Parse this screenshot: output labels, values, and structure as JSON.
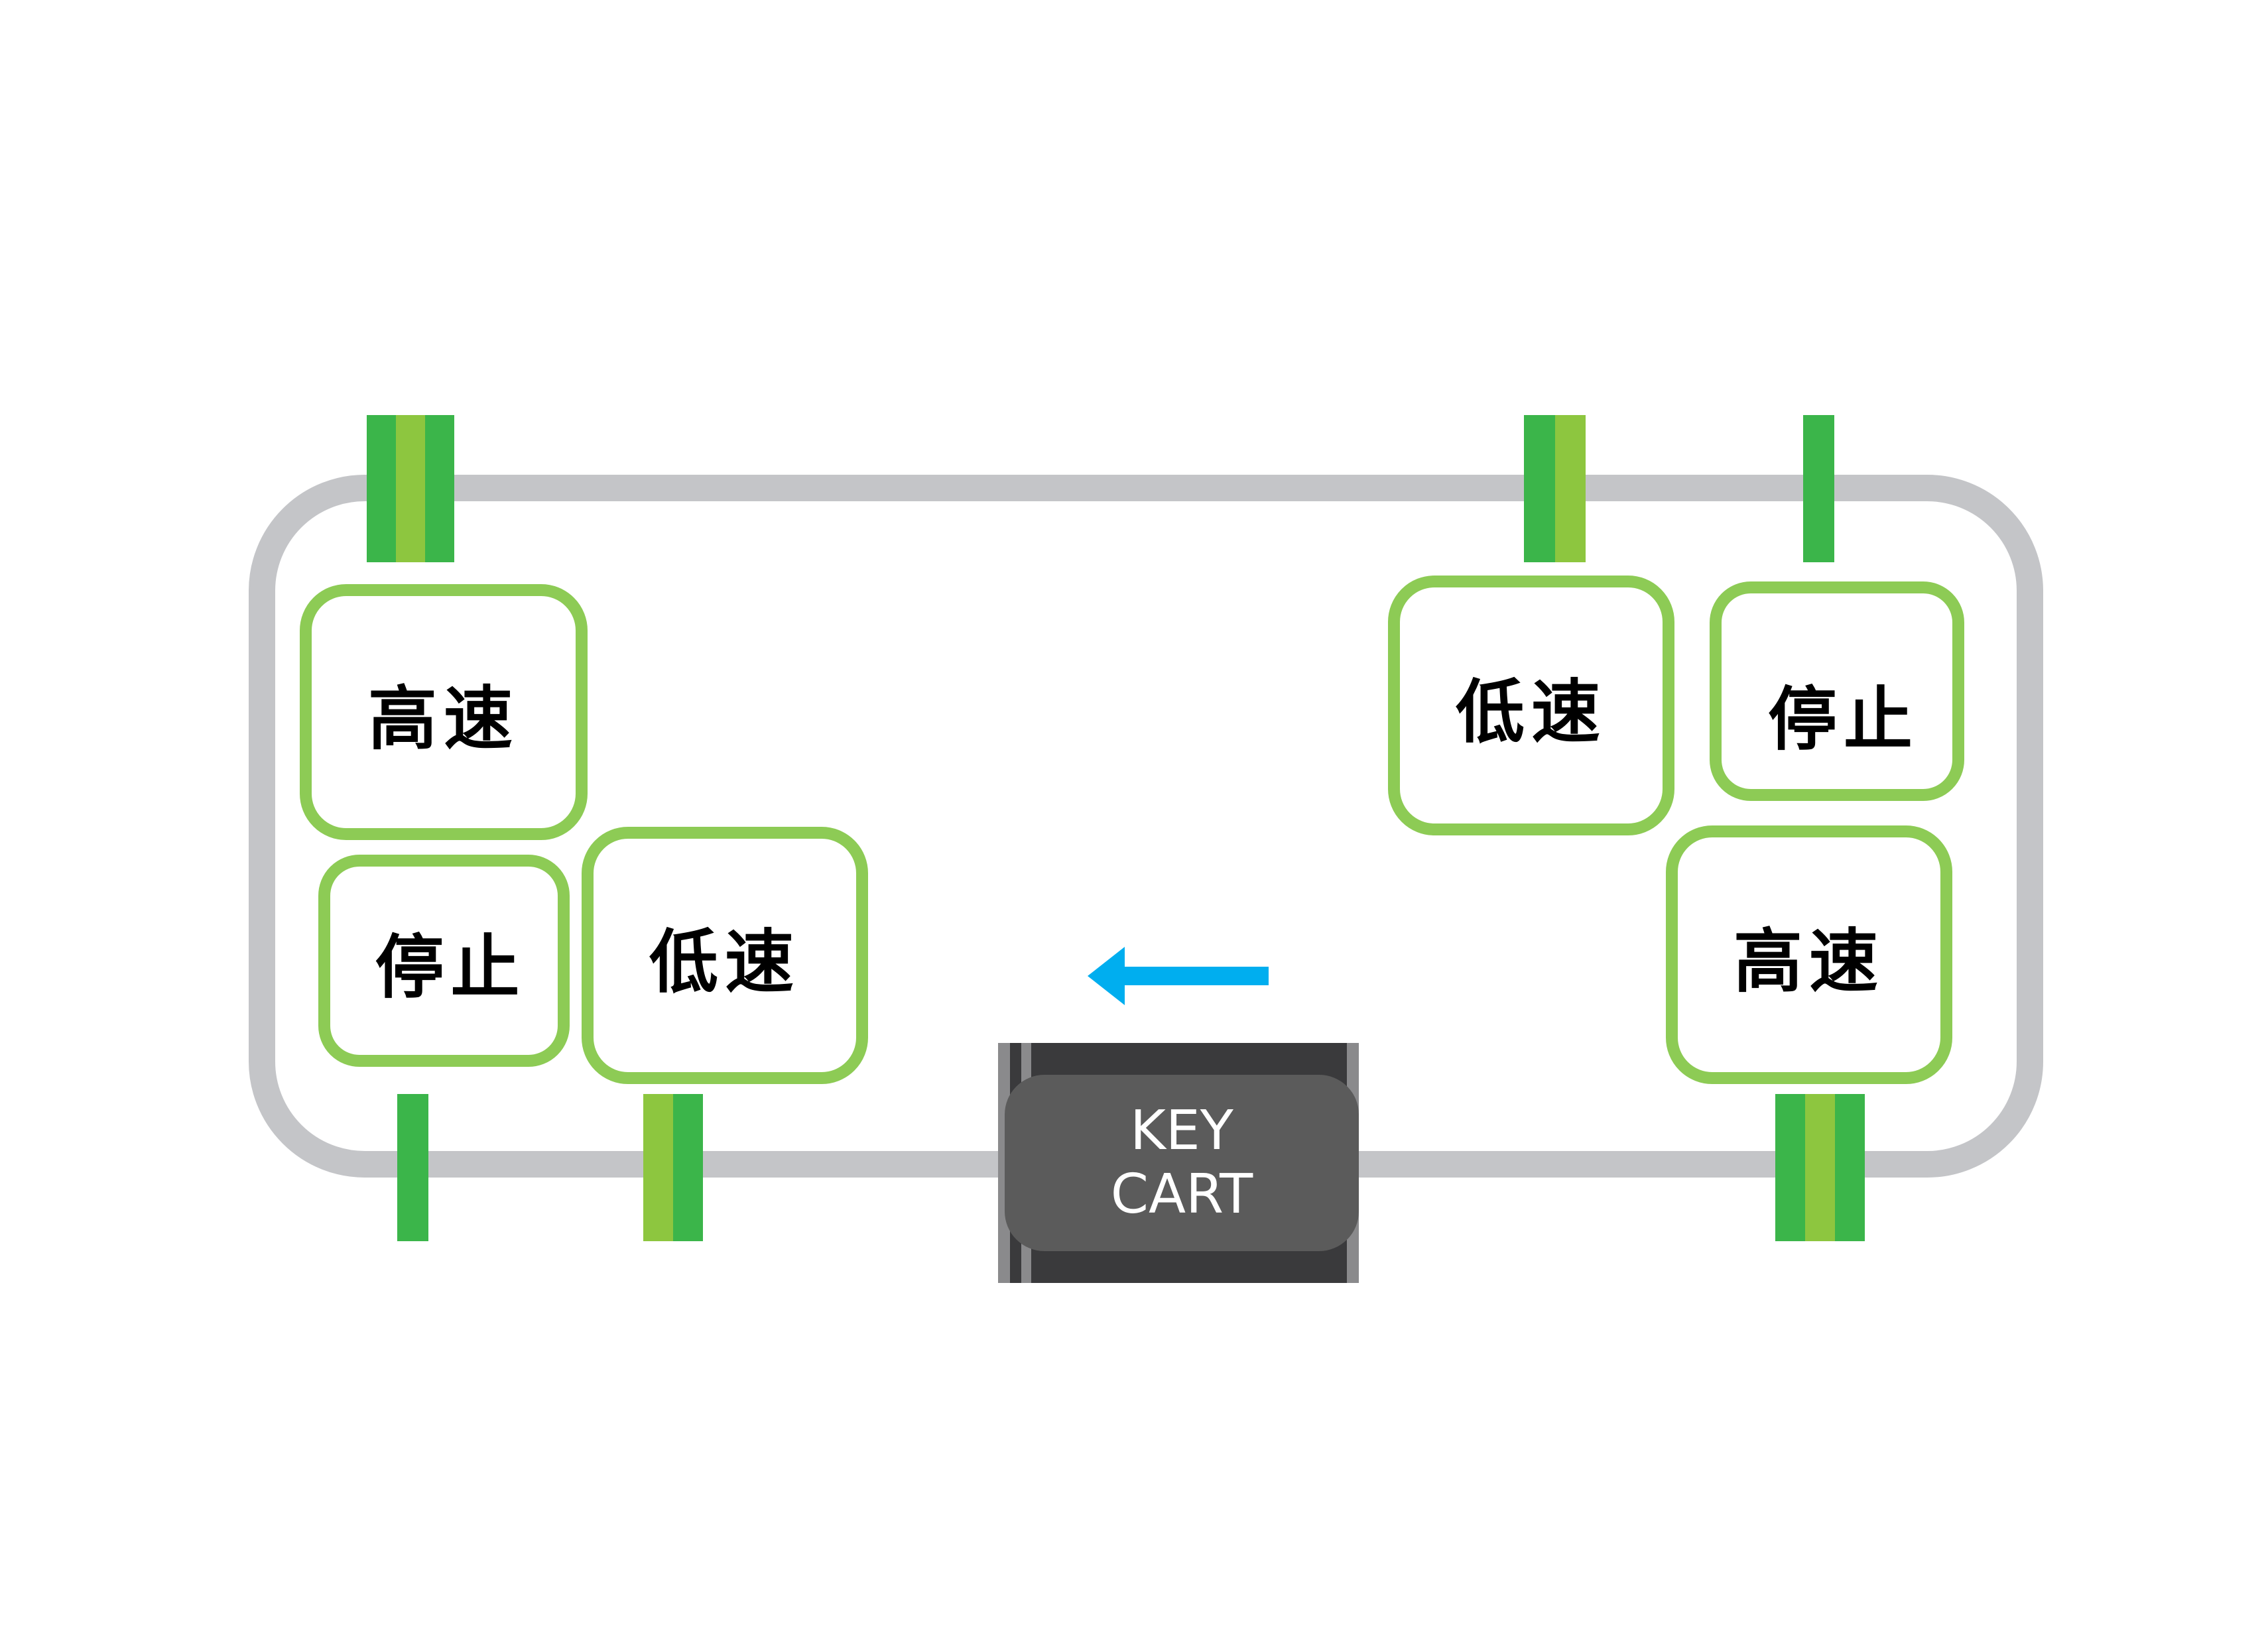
{
  "diagram": {
    "colors": {
      "track": "#c4c5c8",
      "sensor_dark": "#3bb54a",
      "sensor_light": "#8dc63f",
      "zone_border": "#8dcb55",
      "arrow": "#00aeef",
      "cart_body": "#5b5b5b",
      "cart_frame": "#3a3a3c"
    },
    "zones": {
      "left_high": {
        "label": "高速"
      },
      "left_stop": {
        "label": "停止"
      },
      "left_low": {
        "label": "低速"
      },
      "right_low": {
        "label": "低速"
      },
      "right_stop": {
        "label": "停止"
      },
      "right_high": {
        "label": "高速"
      }
    },
    "sensors": {
      "top_left": {
        "stripes": [
          "dark",
          "light",
          "dark"
        ]
      },
      "top_right_a": {
        "stripes": [
          "dark",
          "light"
        ]
      },
      "top_right_b": {
        "stripes": [
          "dark"
        ]
      },
      "bottom_left_a": {
        "stripes": [
          "dark"
        ]
      },
      "bottom_left_b": {
        "stripes": [
          "light",
          "dark"
        ]
      },
      "bottom_right": {
        "stripes": [
          "dark",
          "light",
          "dark"
        ]
      }
    },
    "direction": {
      "icon": "arrow-left-icon"
    },
    "cart": {
      "line1": "KEY",
      "line2": "CART"
    }
  }
}
